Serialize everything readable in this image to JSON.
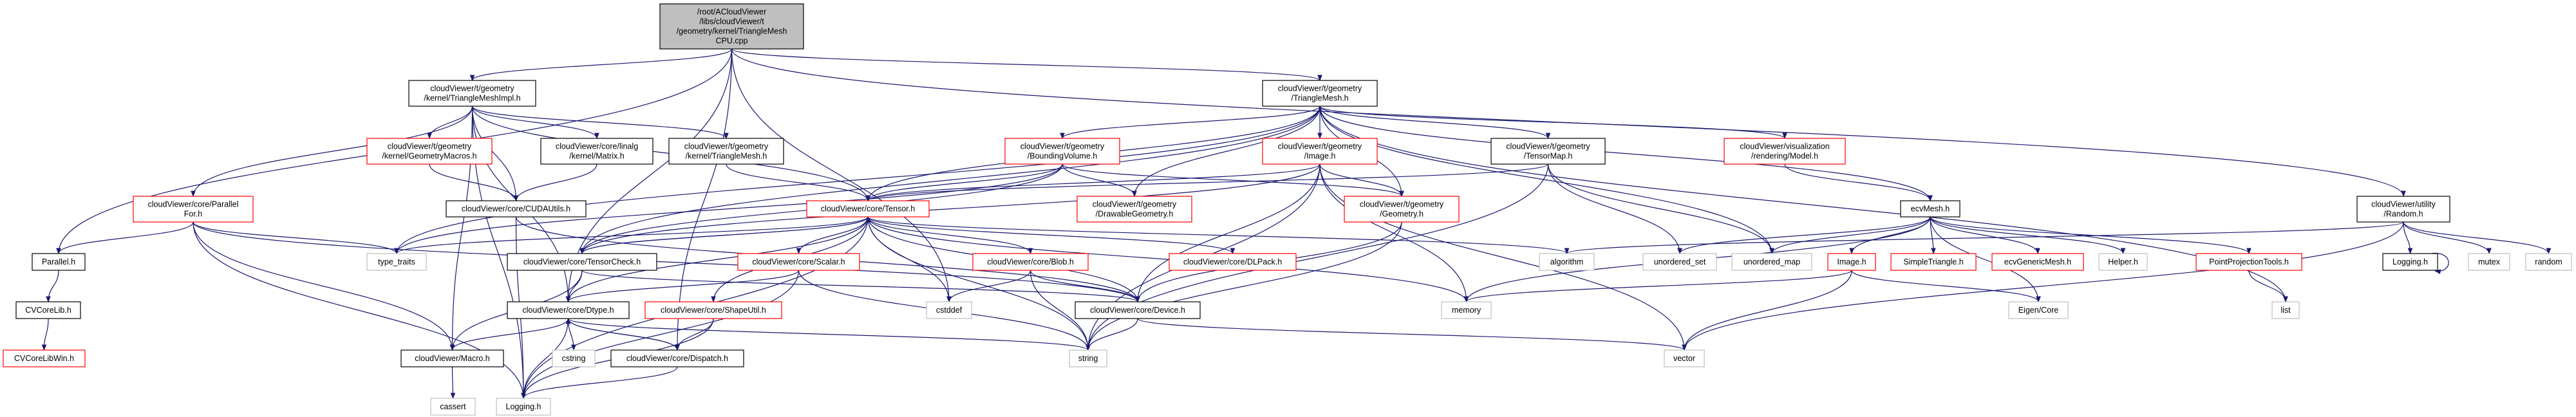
{
  "colors": {
    "edge": "#191970",
    "root_fill": "#bfbfbf",
    "documented": "#000000",
    "truncated": "#ff0000",
    "external": "#bfbfbf"
  },
  "nodes": [
    {
      "id": "root",
      "kind": "root",
      "lines": [
        "/root/ACloudViewer",
        "/libs/cloudViewer/t",
        "/geometry/kernel/TriangleMesh",
        "CPU.cpp"
      ]
    },
    {
      "id": "tmimpl",
      "kind": "documented",
      "lines": [
        "cloudViewer/t/geometry",
        "/kernel/TriangleMeshImpl.h"
      ]
    },
    {
      "id": "tmesh",
      "kind": "documented",
      "lines": [
        "cloudViewer/t/geometry",
        "/TriangleMesh.h"
      ]
    },
    {
      "id": "random",
      "kind": "documented",
      "lines": [
        "cloudViewer/utility",
        "/Random.h"
      ]
    },
    {
      "id": "gmacros",
      "kind": "truncated",
      "lines": [
        "cloudViewer/t/geometry",
        "/kernel/GeometryMacros.h"
      ]
    },
    {
      "id": "matrix",
      "kind": "documented",
      "lines": [
        "cloudViewer/core/linalg",
        "/kernel/Matrix.h"
      ]
    },
    {
      "id": "ktmesh",
      "kind": "documented",
      "lines": [
        "cloudViewer/t/geometry",
        "/kernel/TriangleMesh.h"
      ]
    },
    {
      "id": "bvol",
      "kind": "truncated",
      "lines": [
        "cloudViewer/t/geometry",
        "/BoundingVolume.h"
      ]
    },
    {
      "id": "timage",
      "kind": "truncated",
      "lines": [
        "cloudViewer/t/geometry",
        "/Image.h"
      ]
    },
    {
      "id": "tensormap",
      "kind": "documented",
      "lines": [
        "cloudViewer/t/geometry",
        "/TensorMap.h"
      ]
    },
    {
      "id": "model",
      "kind": "truncated",
      "lines": [
        "cloudViewer/visualization",
        "/rendering/Model.h"
      ]
    },
    {
      "id": "pfor",
      "kind": "truncated",
      "lines": [
        "cloudViewer/core/Parallel",
        "For.h"
      ]
    },
    {
      "id": "cuda",
      "kind": "documented",
      "lines": [
        "cloudViewer/core/CUDAUtils.h"
      ]
    },
    {
      "id": "tensor",
      "kind": "truncated",
      "lines": [
        "cloudViewer/core/Tensor.h"
      ]
    },
    {
      "id": "drawable",
      "kind": "truncated",
      "lines": [
        "cloudViewer/t/geometry",
        "/DrawableGeometry.h"
      ]
    },
    {
      "id": "geometry",
      "kind": "truncated",
      "lines": [
        "cloudViewer/t/geometry",
        "/Geometry.h"
      ]
    },
    {
      "id": "ecvmesh",
      "kind": "documented",
      "lines": [
        "ecvMesh.h"
      ]
    },
    {
      "id": "parallel",
      "kind": "documented",
      "lines": [
        "Parallel.h"
      ]
    },
    {
      "id": "typetraits",
      "kind": "external",
      "lines": [
        "type_traits"
      ]
    },
    {
      "id": "tcheck",
      "kind": "documented",
      "lines": [
        "cloudViewer/core/TensorCheck.h"
      ]
    },
    {
      "id": "scalar",
      "kind": "truncated",
      "lines": [
        "cloudViewer/core/Scalar.h"
      ]
    },
    {
      "id": "blob",
      "kind": "truncated",
      "lines": [
        "cloudViewer/core/Blob.h"
      ]
    },
    {
      "id": "dlpack",
      "kind": "truncated",
      "lines": [
        "cloudViewer/core/DLPack.h"
      ]
    },
    {
      "id": "algorithm",
      "kind": "external",
      "lines": [
        "algorithm"
      ]
    },
    {
      "id": "uset",
      "kind": "external",
      "lines": [
        "unordered_set"
      ]
    },
    {
      "id": "umap",
      "kind": "external",
      "lines": [
        "unordered_map"
      ]
    },
    {
      "id": "imageh",
      "kind": "truncated",
      "lines": [
        "Image.h"
      ]
    },
    {
      "id": "simpletri",
      "kind": "truncated",
      "lines": [
        "SimpleTriangle.h"
      ]
    },
    {
      "id": "genmesh",
      "kind": "truncated",
      "lines": [
        "ecvGenericMesh.h"
      ]
    },
    {
      "id": "helper",
      "kind": "external",
      "lines": [
        "Helper.h"
      ]
    },
    {
      "id": "ppt",
      "kind": "truncated",
      "lines": [
        "PointProjectionTools.h"
      ]
    },
    {
      "id": "logging2",
      "kind": "documented",
      "lines": [
        "Logging.h"
      ]
    },
    {
      "id": "mutex",
      "kind": "external",
      "lines": [
        "mutex"
      ]
    },
    {
      "id": "randomstd",
      "kind": "external",
      "lines": [
        "random"
      ]
    },
    {
      "id": "cvcorelib",
      "kind": "documented",
      "lines": [
        "CVCoreLib.h"
      ]
    },
    {
      "id": "dtype",
      "kind": "documented",
      "lines": [
        "cloudViewer/core/Dtype.h"
      ]
    },
    {
      "id": "shapeutil",
      "kind": "truncated",
      "lines": [
        "cloudViewer/core/ShapeUtil.h"
      ]
    },
    {
      "id": "cstddef",
      "kind": "external",
      "lines": [
        "cstddef"
      ]
    },
    {
      "id": "device",
      "kind": "documented",
      "lines": [
        "cloudViewer/core/Device.h"
      ]
    },
    {
      "id": "memory",
      "kind": "external",
      "lines": [
        "memory"
      ]
    },
    {
      "id": "eigen",
      "kind": "external",
      "lines": [
        "Eigen/Core"
      ]
    },
    {
      "id": "list",
      "kind": "external",
      "lines": [
        "list"
      ]
    },
    {
      "id": "cvcorelibwin",
      "kind": "truncated",
      "lines": [
        "CVCoreLibWin.h"
      ]
    },
    {
      "id": "macro",
      "kind": "documented",
      "lines": [
        "cloudViewer/Macro.h"
      ]
    },
    {
      "id": "cstring",
      "kind": "external",
      "lines": [
        "cstring"
      ]
    },
    {
      "id": "dispatch",
      "kind": "documented",
      "lines": [
        "cloudViewer/core/Dispatch.h"
      ]
    },
    {
      "id": "string",
      "kind": "external",
      "lines": [
        "string"
      ]
    },
    {
      "id": "vector",
      "kind": "external",
      "lines": [
        "vector"
      ]
    },
    {
      "id": "cassert",
      "kind": "external",
      "lines": [
        "cassert"
      ]
    },
    {
      "id": "logging",
      "kind": "external",
      "lines": [
        "Logging.h"
      ]
    }
  ],
  "edges": [
    [
      "root",
      "tmimpl"
    ],
    [
      "root",
      "tmesh"
    ],
    [
      "root",
      "parallel"
    ],
    [
      "root",
      "dispatch"
    ],
    [
      "root",
      "cstddef"
    ],
    [
      "root",
      "random"
    ],
    [
      "root",
      "dtype"
    ],
    [
      "tmimpl",
      "gmacros"
    ],
    [
      "tmimpl",
      "matrix"
    ],
    [
      "tmimpl",
      "ktmesh"
    ],
    [
      "tmimpl",
      "cuda"
    ],
    [
      "tmimpl",
      "pfor"
    ],
    [
      "tmimpl",
      "tensor"
    ],
    [
      "tmimpl",
      "dtype"
    ],
    [
      "tmimpl",
      "logging"
    ],
    [
      "tmimpl",
      "macro"
    ],
    [
      "gmacros",
      "cuda"
    ],
    [
      "matrix",
      "cuda"
    ],
    [
      "ktmesh",
      "tensor"
    ],
    [
      "pfor",
      "parallel"
    ],
    [
      "pfor",
      "typetraits"
    ],
    [
      "pfor",
      "macro"
    ],
    [
      "pfor",
      "logging"
    ],
    [
      "pfor",
      "device"
    ],
    [
      "parallel",
      "cvcorelib"
    ],
    [
      "cvcorelib",
      "cvcorelibwin"
    ],
    [
      "cuda",
      "logging"
    ],
    [
      "cuda",
      "device"
    ],
    [
      "tensor",
      "tcheck"
    ],
    [
      "tensor",
      "typetraits"
    ],
    [
      "tensor",
      "dtype"
    ],
    [
      "tensor",
      "scalar"
    ],
    [
      "tensor",
      "shapeutil"
    ],
    [
      "tensor",
      "blob"
    ],
    [
      "tensor",
      "dlpack"
    ],
    [
      "tensor",
      "device"
    ],
    [
      "tensor",
      "cstddef"
    ],
    [
      "tensor",
      "string"
    ],
    [
      "tensor",
      "memory"
    ],
    [
      "tensor",
      "algorithm"
    ],
    [
      "tensor",
      "logging"
    ],
    [
      "tcheck",
      "dtype"
    ],
    [
      "tcheck",
      "macro"
    ],
    [
      "tcheck",
      "device"
    ],
    [
      "tcheck",
      "tensor"
    ],
    [
      "scalar",
      "dtype"
    ],
    [
      "scalar",
      "string"
    ],
    [
      "scalar",
      "logging"
    ],
    [
      "shapeutil",
      "dispatch"
    ],
    [
      "shapeutil",
      "logging"
    ],
    [
      "dtype",
      "macro"
    ],
    [
      "dtype",
      "cstring"
    ],
    [
      "dtype",
      "logging"
    ],
    [
      "dtype",
      "dispatch"
    ],
    [
      "dtype",
      "string"
    ],
    [
      "dispatch",
      "dtype"
    ],
    [
      "dispatch",
      "logging"
    ],
    [
      "macro",
      "cassert"
    ],
    [
      "blob",
      "cstddef"
    ],
    [
      "blob",
      "string"
    ],
    [
      "blob",
      "device"
    ],
    [
      "device",
      "string"
    ],
    [
      "device",
      "vector"
    ],
    [
      "tmesh",
      "bvol"
    ],
    [
      "tmesh",
      "timage"
    ],
    [
      "tmesh",
      "tensormap"
    ],
    [
      "tmesh",
      "model"
    ],
    [
      "tmesh",
      "drawable"
    ],
    [
      "tmesh",
      "geometry"
    ],
    [
      "tmesh",
      "tensor"
    ],
    [
      "tmesh",
      "tcheck"
    ],
    [
      "tmesh",
      "ecvmesh"
    ],
    [
      "tmesh",
      "umap"
    ],
    [
      "tmesh",
      "list"
    ],
    [
      "tmesh",
      "typetraits"
    ],
    [
      "bvol",
      "tensor"
    ],
    [
      "bvol",
      "drawable"
    ],
    [
      "bvol",
      "geometry"
    ],
    [
      "bvol",
      "tcheck"
    ],
    [
      "bvol",
      "typetraits"
    ],
    [
      "timage",
      "tensor"
    ],
    [
      "timage",
      "geometry"
    ],
    [
      "timage",
      "string"
    ],
    [
      "timage",
      "memory"
    ],
    [
      "timage",
      "vector"
    ],
    [
      "timage",
      "device"
    ],
    [
      "timage",
      "tcheck"
    ],
    [
      "geometry",
      "device"
    ],
    [
      "geometry",
      "string"
    ],
    [
      "tensormap",
      "tensor"
    ],
    [
      "tensormap",
      "uset"
    ],
    [
      "tensormap",
      "umap"
    ],
    [
      "tensormap",
      "string"
    ],
    [
      "model",
      "ecvmesh"
    ],
    [
      "ecvmesh",
      "uset"
    ],
    [
      "ecvmesh",
      "umap"
    ],
    [
      "ecvmesh",
      "imageh"
    ],
    [
      "ecvmesh",
      "simpletri"
    ],
    [
      "ecvmesh",
      "genmesh"
    ],
    [
      "ecvmesh",
      "helper"
    ],
    [
      "ecvmesh",
      "ppt"
    ],
    [
      "ecvmesh",
      "eigen"
    ],
    [
      "ecvmesh",
      "memory"
    ],
    [
      "imageh",
      "memory"
    ],
    [
      "imageh",
      "eigen"
    ],
    [
      "imageh",
      "vector"
    ],
    [
      "ppt",
      "list"
    ],
    [
      "random",
      "logging2"
    ],
    [
      "random",
      "mutex"
    ],
    [
      "random",
      "randomstd"
    ],
    [
      "random",
      "vector"
    ],
    [
      "random",
      "algorithm"
    ],
    [
      "logging2",
      "logging2"
    ]
  ]
}
